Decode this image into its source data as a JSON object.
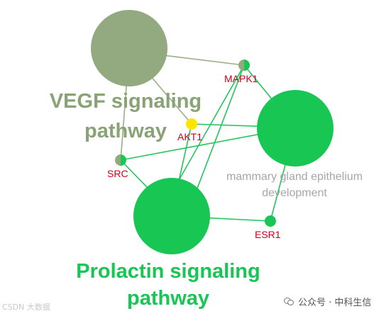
{
  "terms": {
    "vegf": {
      "line1": "VEGF signaling",
      "line2": "pathway",
      "color": "#93a980"
    },
    "prolactin": {
      "line1": "Prolactin signaling",
      "line2": "pathway",
      "color": "#17c653"
    },
    "mammary": {
      "line1": "mammary gland epithelium",
      "line2": "development",
      "color": "#17c653"
    }
  },
  "genes": {
    "mapk1": "MAPK1",
    "akt1": "AKT1",
    "src": "SRC",
    "esr1": "ESR1"
  },
  "colors": {
    "edge": "#22c55e",
    "edge_grey": "#9aae88",
    "akt1_fill": "#ffe600",
    "gene_label": "#d0001c"
  },
  "watermark": {
    "left_text": "CSDN 大数据",
    "right_text": "公众号 · 中科生信"
  }
}
